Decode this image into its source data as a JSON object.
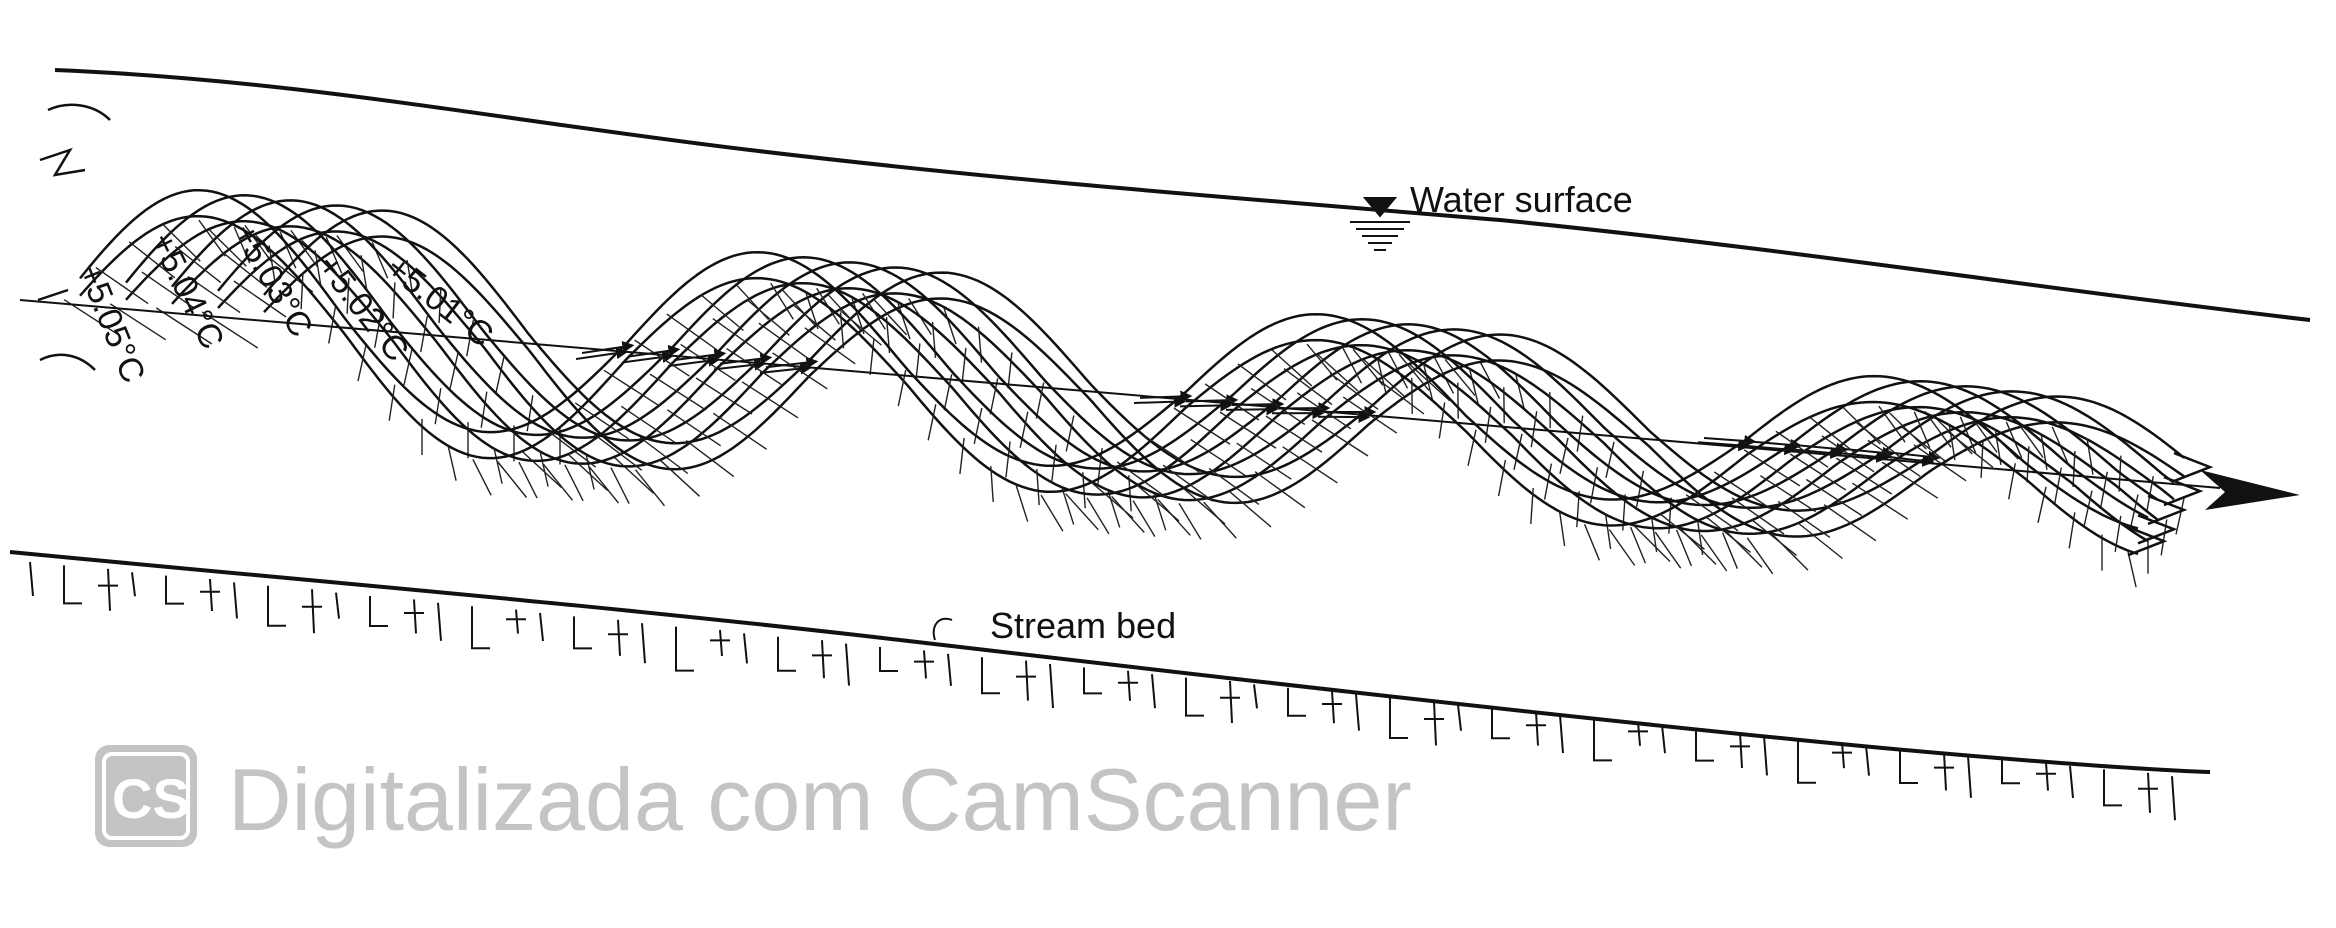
{
  "labels": {
    "water_surface": "Water surface",
    "stream_bed": "Stream bed"
  },
  "temperatures": [
    "+5.05°C",
    "+5.04°C",
    "+5.03°C",
    "+5.02°C",
    "+5.01°C"
  ],
  "watermark": {
    "logo": "CS",
    "text": "Digitalizada com CamScanner"
  },
  "colors": {
    "ink": "#111111",
    "watermark": "#c4c4c4"
  }
}
